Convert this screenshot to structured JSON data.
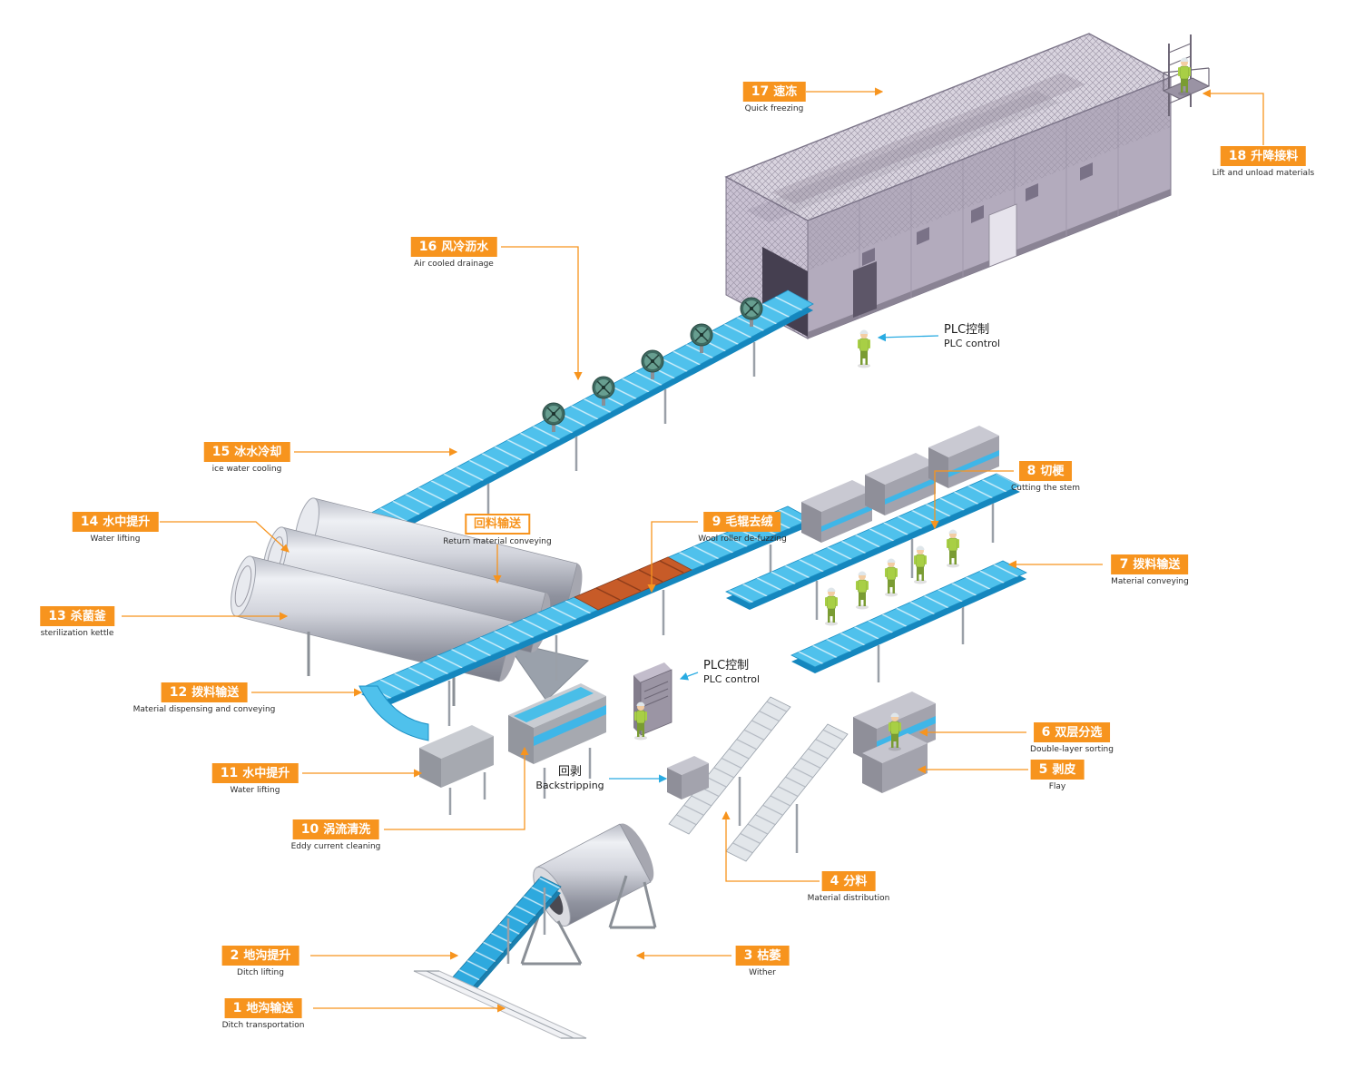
{
  "diagram": {
    "accent_orange": "#F7941E",
    "leader_blue": "#29ABE2",
    "belt_cyan": "#4FC1EC"
  },
  "callouts": [
    {
      "num": "1",
      "zh": "地沟输送",
      "en": "Ditch transportation"
    },
    {
      "num": "2",
      "zh": "地沟提升",
      "en": "Ditch lifting"
    },
    {
      "num": "3",
      "zh": "枯萎",
      "en": "Wither"
    },
    {
      "num": "4",
      "zh": "分料",
      "en": "Material distribution"
    },
    {
      "num": "5",
      "zh": "剥皮",
      "en": "Flay"
    },
    {
      "num": "6",
      "zh": "双层分选",
      "en": "Double-layer sorting"
    },
    {
      "num": "7",
      "zh": "拨料输送",
      "en": "Material conveying"
    },
    {
      "num": "8",
      "zh": "切梗",
      "en": "Cutting the stem"
    },
    {
      "num": "9",
      "zh": "毛辊去绒",
      "en": "Wool roller de-fuzzing"
    },
    {
      "num": "10",
      "zh": "涡流清洗",
      "en": "Eddy current cleaning"
    },
    {
      "num": "11",
      "zh": "水中提升",
      "en": "Water lifting"
    },
    {
      "num": "12",
      "zh": "拨料输送",
      "en": "Material dispensing and conveying"
    },
    {
      "num": "13",
      "zh": "杀菌釜",
      "en": "sterilization kettle"
    },
    {
      "num": "14",
      "zh": "水中提升",
      "en": "Water lifting"
    },
    {
      "num": "15",
      "zh": "冰水冷却",
      "en": "ice water cooling"
    },
    {
      "num": "16",
      "zh": "风冷沥水",
      "en": "Air cooled drainage"
    },
    {
      "num": "17",
      "zh": "速冻",
      "en": "Quick freezing"
    },
    {
      "num": "18",
      "zh": "升降接料",
      "en": "Lift and unload materials"
    }
  ],
  "notes": {
    "return_conveying": {
      "zh": "回料输送",
      "en": "Return material conveying"
    },
    "backstripping": {
      "zh": "回剥",
      "en": "Backstripping"
    },
    "plc_top": {
      "zh": "PLC控制",
      "en": "PLC control"
    },
    "plc_mid": {
      "zh": "PLC控制",
      "en": "PLC control"
    }
  }
}
